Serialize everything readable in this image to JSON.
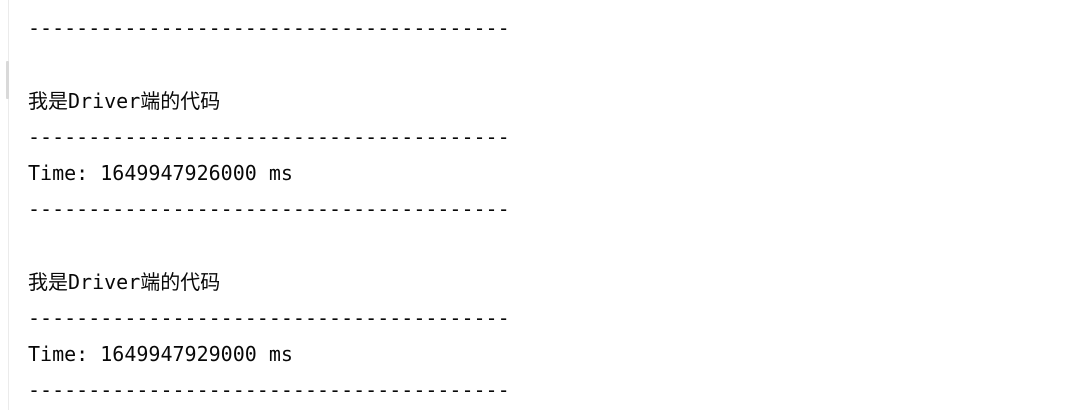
{
  "console": {
    "lines": [
      {
        "kind": "separator",
        "text": "----------------------------------------"
      },
      {
        "kind": "blank",
        "text": ""
      },
      {
        "kind": "message",
        "text": "我是Driver端的代码"
      },
      {
        "kind": "separator",
        "text": "----------------------------------------"
      },
      {
        "kind": "time",
        "text": "Time: 1649947926000 ms"
      },
      {
        "kind": "separator",
        "text": "----------------------------------------"
      },
      {
        "kind": "blank",
        "text": ""
      },
      {
        "kind": "message",
        "text": "我是Driver端的代码"
      },
      {
        "kind": "separator",
        "text": "----------------------------------------"
      },
      {
        "kind": "time",
        "text": "Time: 1649947929000 ms"
      },
      {
        "kind": "separator",
        "text": "----------------------------------------"
      }
    ]
  }
}
